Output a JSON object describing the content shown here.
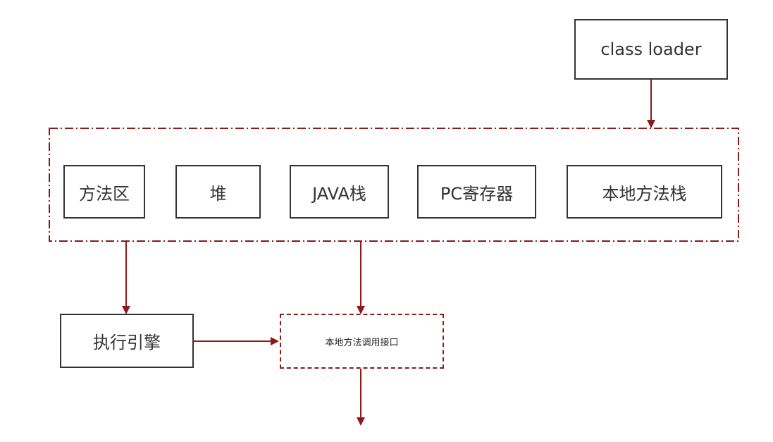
{
  "colors": {
    "arrow": "#8b1a1a",
    "box_border": "#333333",
    "text": "#333333"
  },
  "nodes": {
    "class_loader": "class loader",
    "method_area": "方法区",
    "heap": "堆",
    "java_stack": "JAVA栈",
    "pc_register": "PC寄存器",
    "native_method_stack": "本地方法栈",
    "execution_engine": "执行引擎",
    "native_interface": "本地方法调用接口"
  }
}
